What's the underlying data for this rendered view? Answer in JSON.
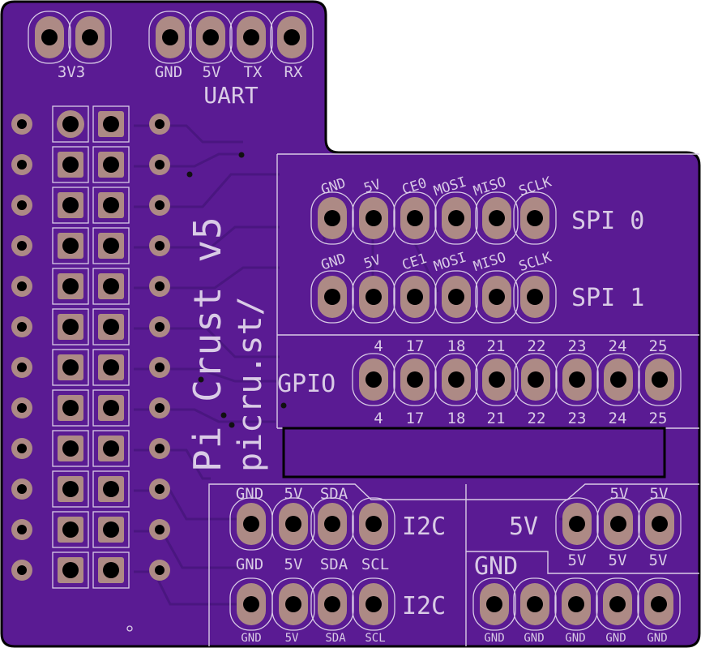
{
  "board": {
    "title": "Pi Crust v5",
    "url": "picru.st/",
    "colors": {
      "board": "#5a1b93",
      "trace": "#4a1680",
      "pad": "#ad8a85",
      "silk": "#d9cbe6",
      "outline": "#000000"
    }
  },
  "top_headers": {
    "power_label": "3V3",
    "uart_pins": [
      "GND",
      "5V",
      "TX",
      "RX"
    ],
    "uart_title": "UART"
  },
  "spi": {
    "spi0_pins": [
      "GND",
      "5V",
      "CE0",
      "MOSI",
      "MISO",
      "SCLK"
    ],
    "spi0_title": "SPI 0",
    "spi1_pins": [
      "GND",
      "5V",
      "CE1",
      "MOSI",
      "MISO",
      "SCLK"
    ],
    "spi1_title": "SPI 1"
  },
  "gpio": {
    "title": "GPIO",
    "pins": [
      "4",
      "17",
      "18",
      "21",
      "22",
      "23",
      "24",
      "25"
    ]
  },
  "i2c": {
    "title_a": "I2C",
    "title_b": "I2C",
    "pins_top": [
      "GND",
      "5V",
      "SDA"
    ],
    "pins_mid": [
      "GND",
      "5V",
      "SDA",
      "SCL"
    ],
    "pins_bottom": [
      "GND",
      "5V",
      "SDA",
      "SCL"
    ]
  },
  "power": {
    "v5_title": "5V",
    "v5_pins_top": [
      "5V",
      "5V"
    ],
    "v5_pins_bottom": [
      "5V",
      "5V",
      "5V"
    ],
    "gnd_title": "GND",
    "gnd_pins": [
      "GND",
      "GND",
      "GND",
      "GND",
      "GND"
    ]
  }
}
